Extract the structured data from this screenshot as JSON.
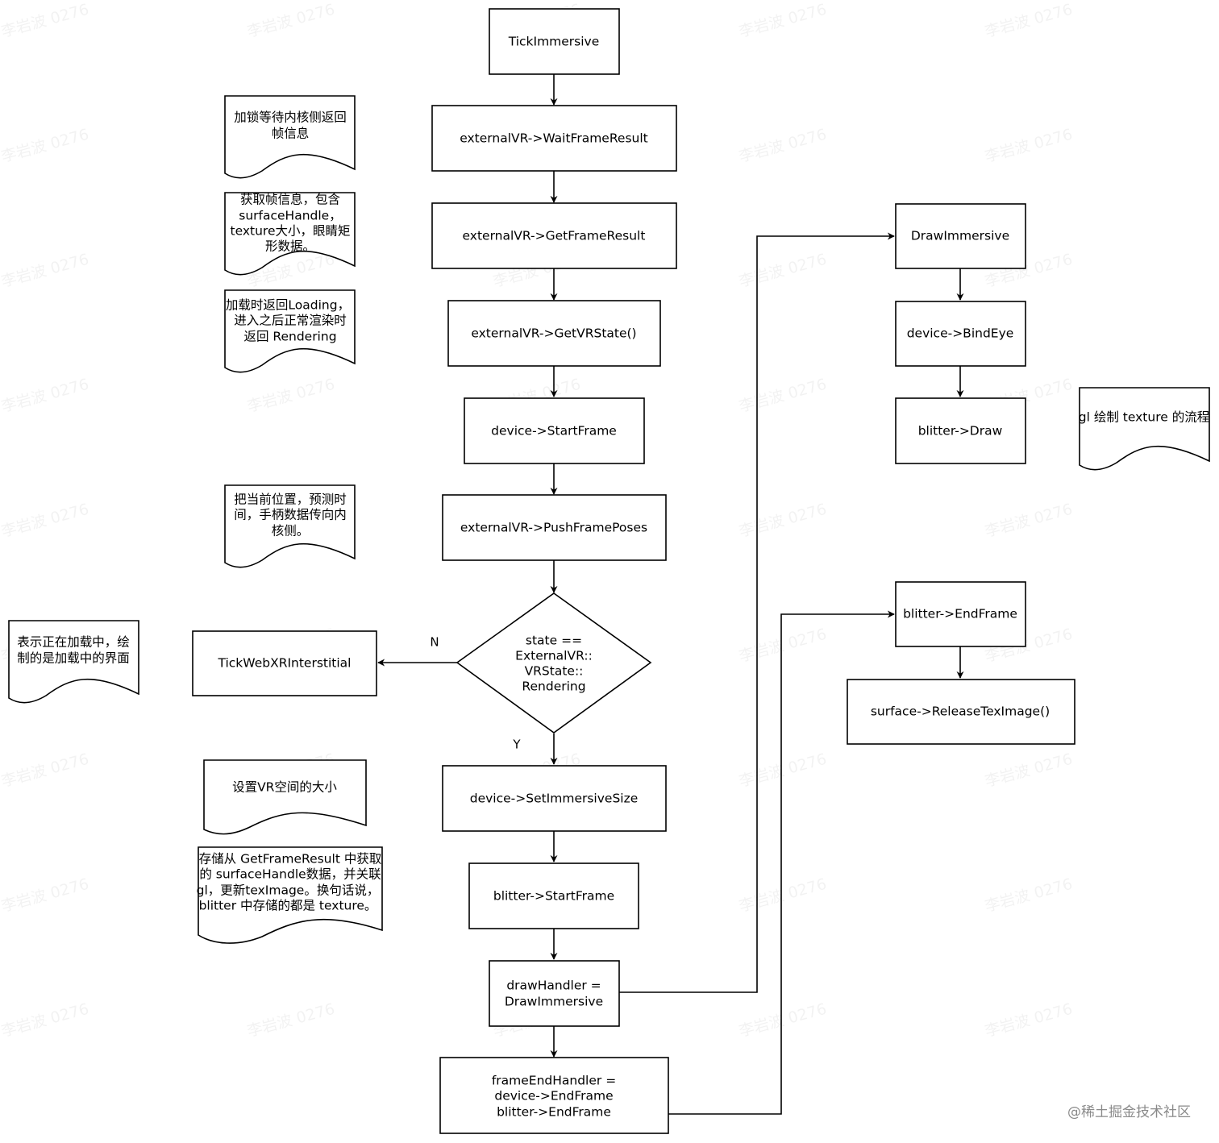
{
  "process": {
    "tick_immersive": "TickImmersive",
    "wait_frame_result": "externalVR->WaitFrameResult",
    "get_frame_result": "externalVR->GetFrameResult",
    "get_vr_state": "externalVR->GetVRState()",
    "device_start_frame": "device->StartFrame",
    "push_frame_poses": "externalVR->PushFramePoses",
    "decision": [
      "state ==",
      "ExternalVR::",
      "VRState::",
      "Rendering"
    ],
    "decision_no": "N",
    "decision_yes": "Y",
    "tick_webxr_interstitial": "TickWebXRInterstitial",
    "set_immersive_size": "device->SetImmersiveSize",
    "blitter_start_frame": "blitter->StartFrame",
    "draw_handler": [
      "drawHandler =",
      "DrawImmersive"
    ],
    "frame_end_handler": [
      "frameEndHandler =",
      "device->EndFrame",
      "blitter->EndFrame"
    ],
    "draw_immersive": "DrawImmersive",
    "bind_eye": "device->BindEye",
    "blitter_draw": "blitter->Draw",
    "blitter_end_frame": "blitter->EndFrame",
    "release_tex_image": "surface->ReleaseTexImage()"
  },
  "notes": {
    "lock_wait": [
      "加锁等待内核侧返回",
      "帧信息"
    ],
    "get_frame_info": [
      "获取帧信息，包含",
      "surfaceHandle，",
      "texture大小，眼睛矩",
      "形数据。"
    ],
    "loading_state": [
      "加载时返回Loading，",
      "进入之后正常渲染时",
      "返回 Rendering"
    ],
    "push_poses": [
      "把当前位置，预测时",
      "间，手柄数据传向内",
      "核侧。"
    ],
    "loading_screen": [
      "表示正在加载中，绘",
      "制的是加载中的界面"
    ],
    "vr_size": [
      "设置VR空间的大小"
    ],
    "store_texture": [
      "存储从 GetFrameResult 中获取",
      "的 surfaceHandle数据，并关联",
      "gl，更新texImage。换句话说，",
      "blitter 中存储的都是 texture。"
    ],
    "gl_draw": [
      "gl 绘制 texture 的流程"
    ]
  },
  "watermark": "李岩波 0276",
  "credit": "@稀土掘金技术社区"
}
